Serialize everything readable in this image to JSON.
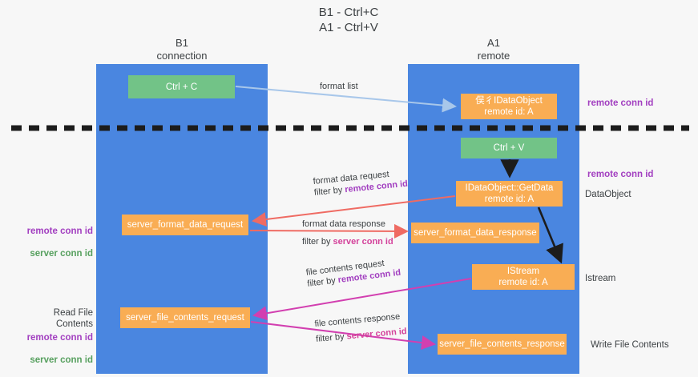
{
  "doc": {
    "title": "B1 - Ctrl+C\nA1 - Ctrl+V"
  },
  "lanes": [
    {
      "name": "b1",
      "title": "B1\nconnection"
    },
    {
      "name": "a1",
      "title": "A1\nremote"
    }
  ],
  "nodes": {
    "ctrl_c": "Ctrl + C",
    "idataobject": "俣彳IDataObject\nremote id: A",
    "ctrl_v": "Ctrl + V",
    "getdata": "IDataObject::GetData\nremote id: A",
    "server_format_data_request": "server_format_data_request",
    "server_format_data_response": "server_format_data_response",
    "istream": "IStream\nremote id: A",
    "server_file_contents_request": "server_file_contents_request",
    "server_file_contents_response": "server_file_contents_response"
  },
  "arrow_labels": {
    "format_list": "format list",
    "format_data_request": "format data request",
    "format_data_request_filter_prefix": "filter by ",
    "format_data_request_filter_key": "remote conn id",
    "format_data_response": "format data response",
    "format_data_response_filter_prefix": "filter by ",
    "format_data_response_filter_key": "server conn id",
    "file_contents_request": "file contents request",
    "file_contents_request_filter_prefix": "filter by ",
    "file_contents_request_filter_key": "remote conn id",
    "file_contents_response": "file contents response",
    "file_contents_response_filter_prefix": "filter by ",
    "file_contents_response_filter_key": "server conn id"
  },
  "annotations": {
    "remote_conn_id_top": "remote conn id",
    "remote_conn_id_mid": "remote conn id",
    "dataobject": "DataObject",
    "istream": "Istream",
    "write_file_contents": "Write File Contents",
    "read_file_contents": "Read File Contents",
    "left_remote_conn_id": "remote conn id",
    "left_server_conn_id": "server conn id",
    "left_remote_conn_id_2": "remote conn id",
    "left_server_conn_id_2": "server conn id"
  },
  "colors": {
    "lane": "#4a86e0",
    "green_node": "#72c387",
    "orange_node": "#f9ad54",
    "purple_text": "#a23fc0",
    "green_text": "#57a05f",
    "pink_text": "#d4429b",
    "arrow_light_blue": "#a8c7ea",
    "arrow_red": "#ef6b63",
    "arrow_magenta": "#d23fb0",
    "arrow_black": "#1c1c1c",
    "divider": "#1c1c1c"
  }
}
